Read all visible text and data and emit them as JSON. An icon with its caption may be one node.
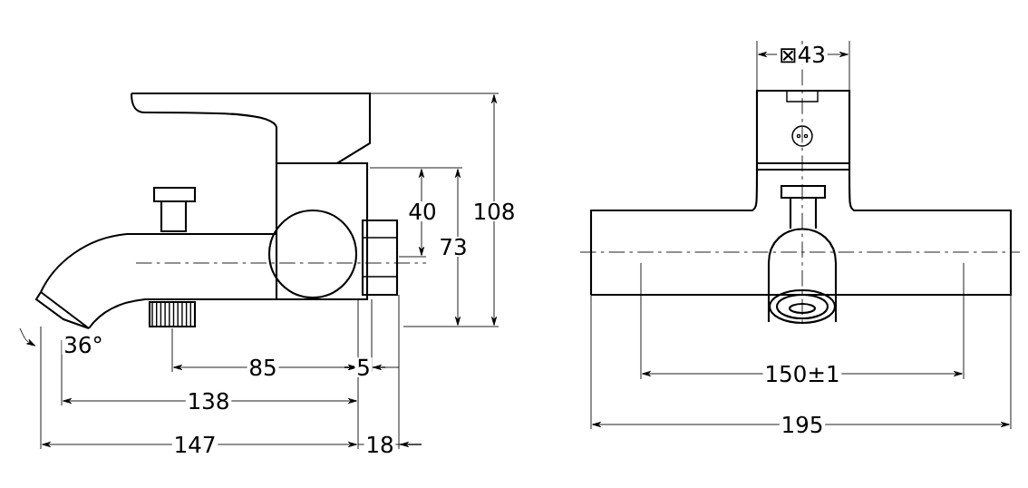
{
  "diagram": {
    "labels": [
      "⊠43",
      "40",
      "108",
      "73",
      "36°",
      "85",
      "5",
      "150±1",
      "138",
      "147",
      "18",
      "195"
    ]
  }
}
